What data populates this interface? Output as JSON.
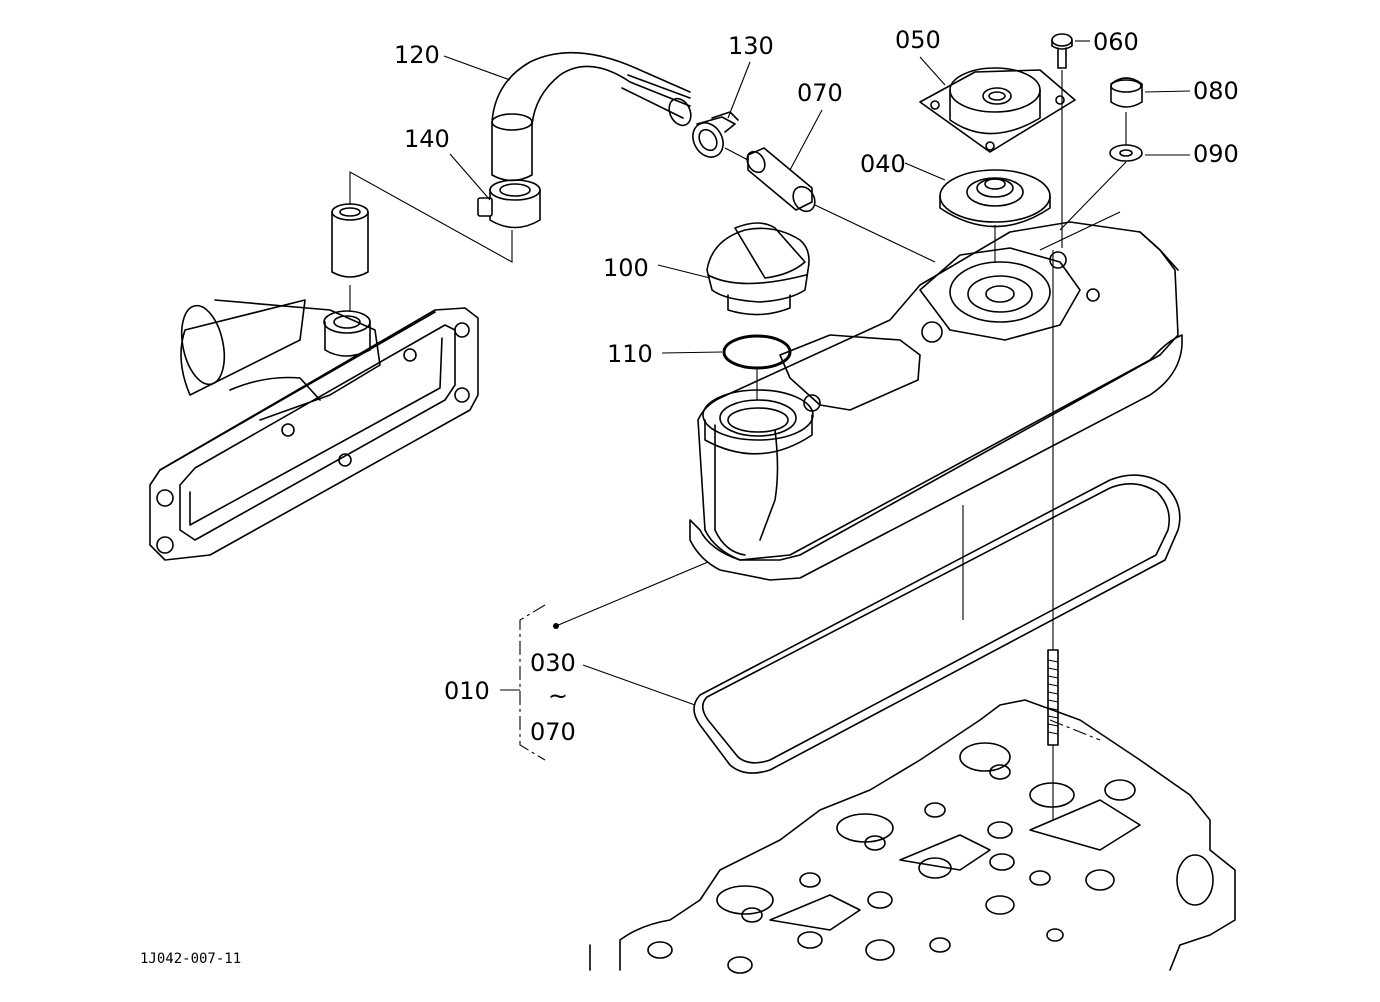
{
  "drawing_code": "1J042-007-11",
  "callouts": {
    "c010": "010",
    "c030": "030",
    "tilde": "~",
    "c070_range": "070",
    "c040": "040",
    "c050": "050",
    "c060": "060",
    "c070": "070",
    "c080": "080",
    "c090": "090",
    "c100": "100",
    "c110": "110",
    "c120": "120",
    "c130": "130",
    "c140": "140"
  }
}
